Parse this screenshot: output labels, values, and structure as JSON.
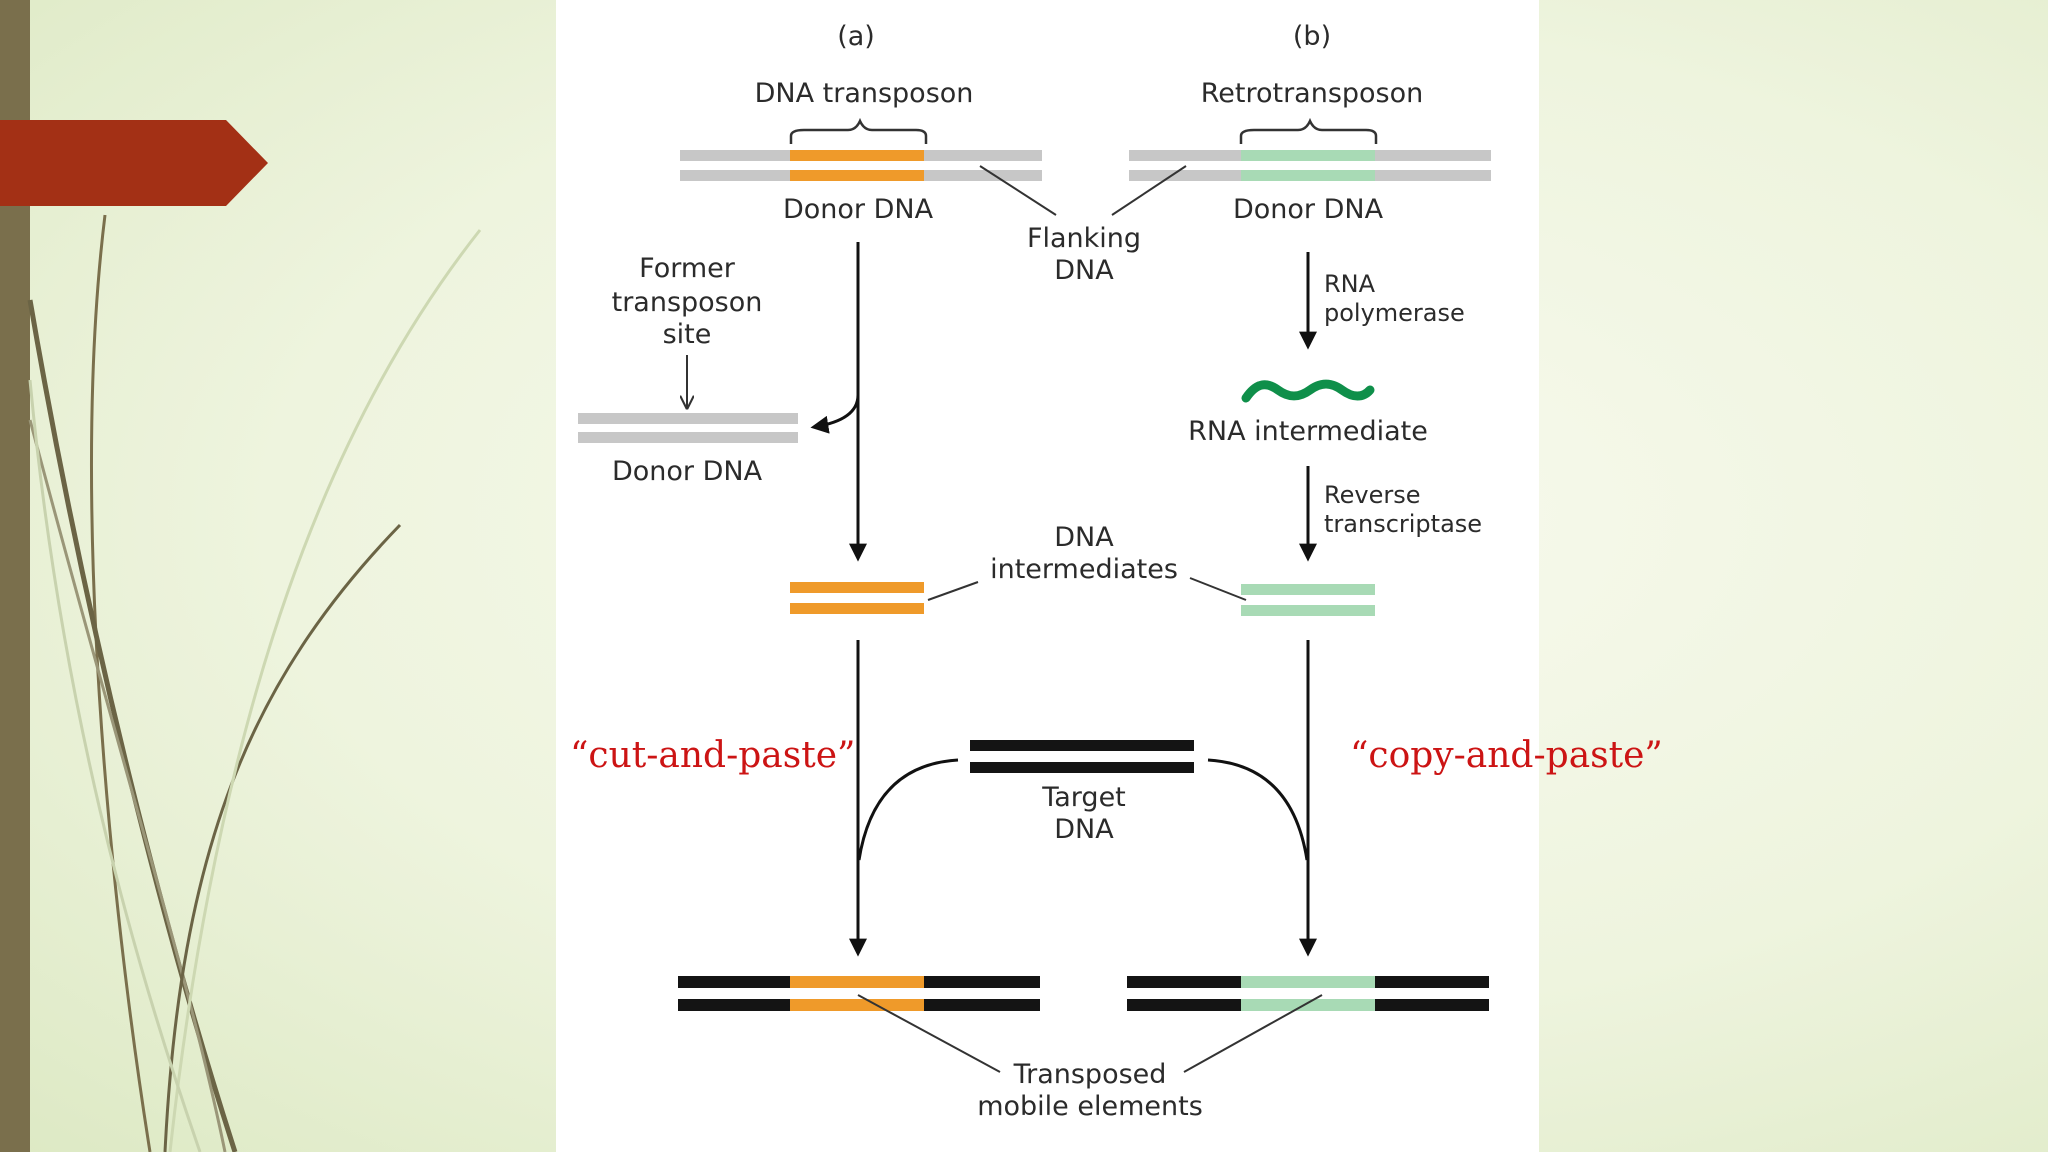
{
  "colors": {
    "accent_tab": "#a33015",
    "left_bar": "#7a6f4c",
    "dna_transposon": "#ef9a2a",
    "retrotransposon": "#a8dab5",
    "rna": "#0f8f4a",
    "flanking": "#c7c7c7",
    "target": "#141414",
    "note_red": "#cc1414"
  },
  "diagram": {
    "panel_a_label": "(a)",
    "panel_b_label": "(b)",
    "dna_transposon_label": "DNA transposon",
    "retrotransposon_label": "Retrotransposon",
    "donor_dna_a": "Donor DNA",
    "donor_dna_b": "Donor DNA",
    "flanking_line1": "Flanking",
    "flanking_line2": "DNA",
    "former_line1": "Former",
    "former_line2": "transposon",
    "former_line3": "site",
    "donor_dna_left": "Donor DNA",
    "rna_pol_line1": "RNA",
    "rna_pol_line2": "polymerase",
    "rna_intermediate": "RNA intermediate",
    "rev_line1": "Reverse",
    "rev_line2": "transcriptase",
    "dna_int_line1": "DNA",
    "dna_int_line2": "intermediates",
    "target_line1": "Target",
    "target_line2": "DNA",
    "transposed_line1": "Transposed",
    "transposed_line2": "mobile elements"
  },
  "notes": {
    "cut_paste": "“cut-and-paste”",
    "copy_paste": "“copy-and-paste”"
  }
}
